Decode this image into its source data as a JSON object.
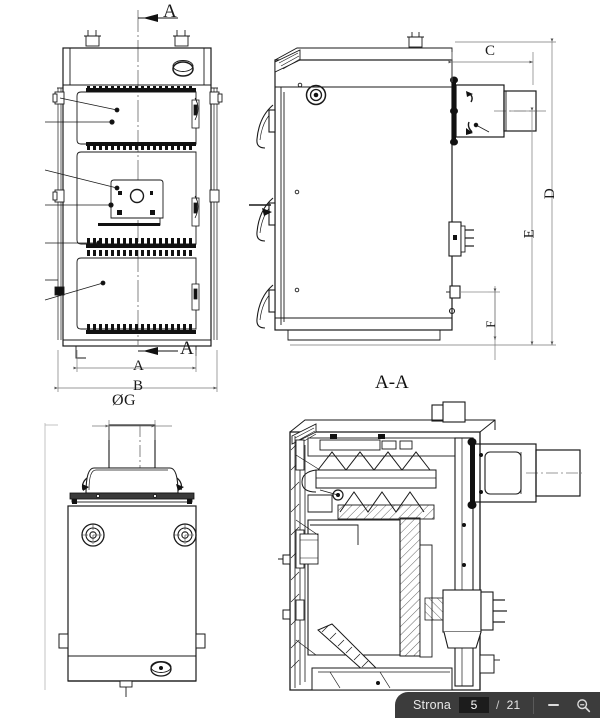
{
  "document": {
    "type": "technical-drawing",
    "subject": "solid-fuel boiler orthographic drawing"
  },
  "drawing": {
    "section_label": "A-A",
    "view_cut_marks": [
      "A",
      "A"
    ],
    "dimension_labels": {
      "A": "A",
      "B": "B",
      "C": "C",
      "D": "D",
      "E": "E",
      "F": "F",
      "G": "ØG"
    },
    "views": [
      {
        "name": "front-view",
        "position": "top-left"
      },
      {
        "name": "side-view",
        "position": "top-right"
      },
      {
        "name": "top-view",
        "position": "bottom-left"
      },
      {
        "name": "section-view-aa",
        "position": "bottom-right"
      }
    ]
  },
  "toolbar": {
    "page_label": "Strona",
    "current_page": "5",
    "separator": "/",
    "total_pages": "21",
    "zoom_out_icon": "minus-icon",
    "search_icon": "magnifier-icon",
    "background_color": "#3c3c3c",
    "text_color": "#e8e8e8"
  }
}
